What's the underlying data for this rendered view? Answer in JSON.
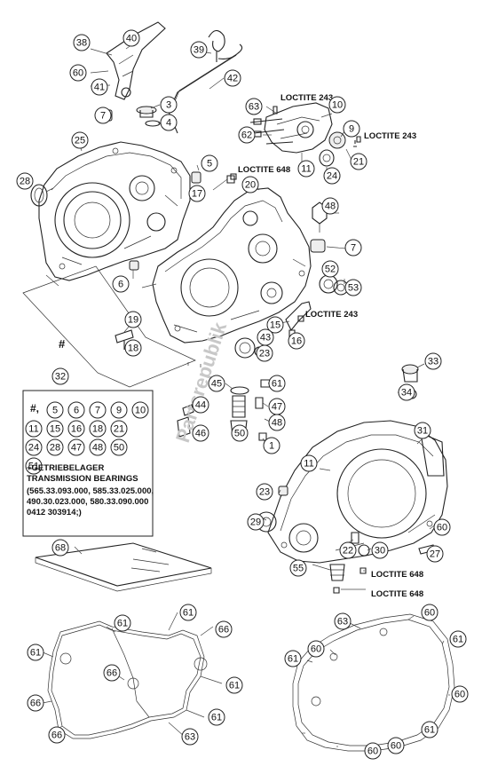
{
  "loctite": {
    "l243_top": "LOCTITE 243",
    "l243_right": "LOCTITE 243",
    "l648_mid": "LOCTITE 648",
    "l243_mid": "LOCTITE 243",
    "l648_low1": "LOCTITE 648",
    "l648_low2": "LOCTITE 648"
  },
  "hash_label": "#",
  "kit": {
    "header": "#,",
    "numbers": [
      "5",
      "6",
      "7",
      "9",
      "10",
      "11",
      "15",
      "16",
      "18",
      "21",
      "24",
      "28",
      "47",
      "48",
      "50",
      "51"
    ],
    "line1": "+GETRIEBELAGER",
    "line2": "TRANSMISSION BEARINGS",
    "line3": "(565.33.093.000, 585.33.025.000,",
    "line4": "490.30.023.000, 580.33.090.000",
    "line5": "0412 303914;)"
  },
  "watermark": "Partsrepublik",
  "callouts": [
    "40",
    "38",
    "60",
    "41",
    "39",
    "42",
    "3",
    "7",
    "4",
    "10",
    "63",
    "62",
    "9",
    "21",
    "11",
    "24",
    "25",
    "5",
    "28",
    "17",
    "20",
    "48",
    "7",
    "6",
    "52",
    "53",
    "15",
    "16",
    "19",
    "18",
    "23",
    "43",
    "45",
    "61",
    "33",
    "34",
    "44",
    "46",
    "50",
    "47",
    "48",
    "1",
    "32",
    "31",
    "11",
    "23",
    "29",
    "60",
    "27",
    "22",
    "30",
    "55",
    "68",
    "61",
    "61",
    "66",
    "66",
    "61",
    "66",
    "66",
    "61",
    "61",
    "63",
    "63",
    "60",
    "61",
    "61",
    "60",
    "60",
    "61",
    "60",
    "60"
  ]
}
